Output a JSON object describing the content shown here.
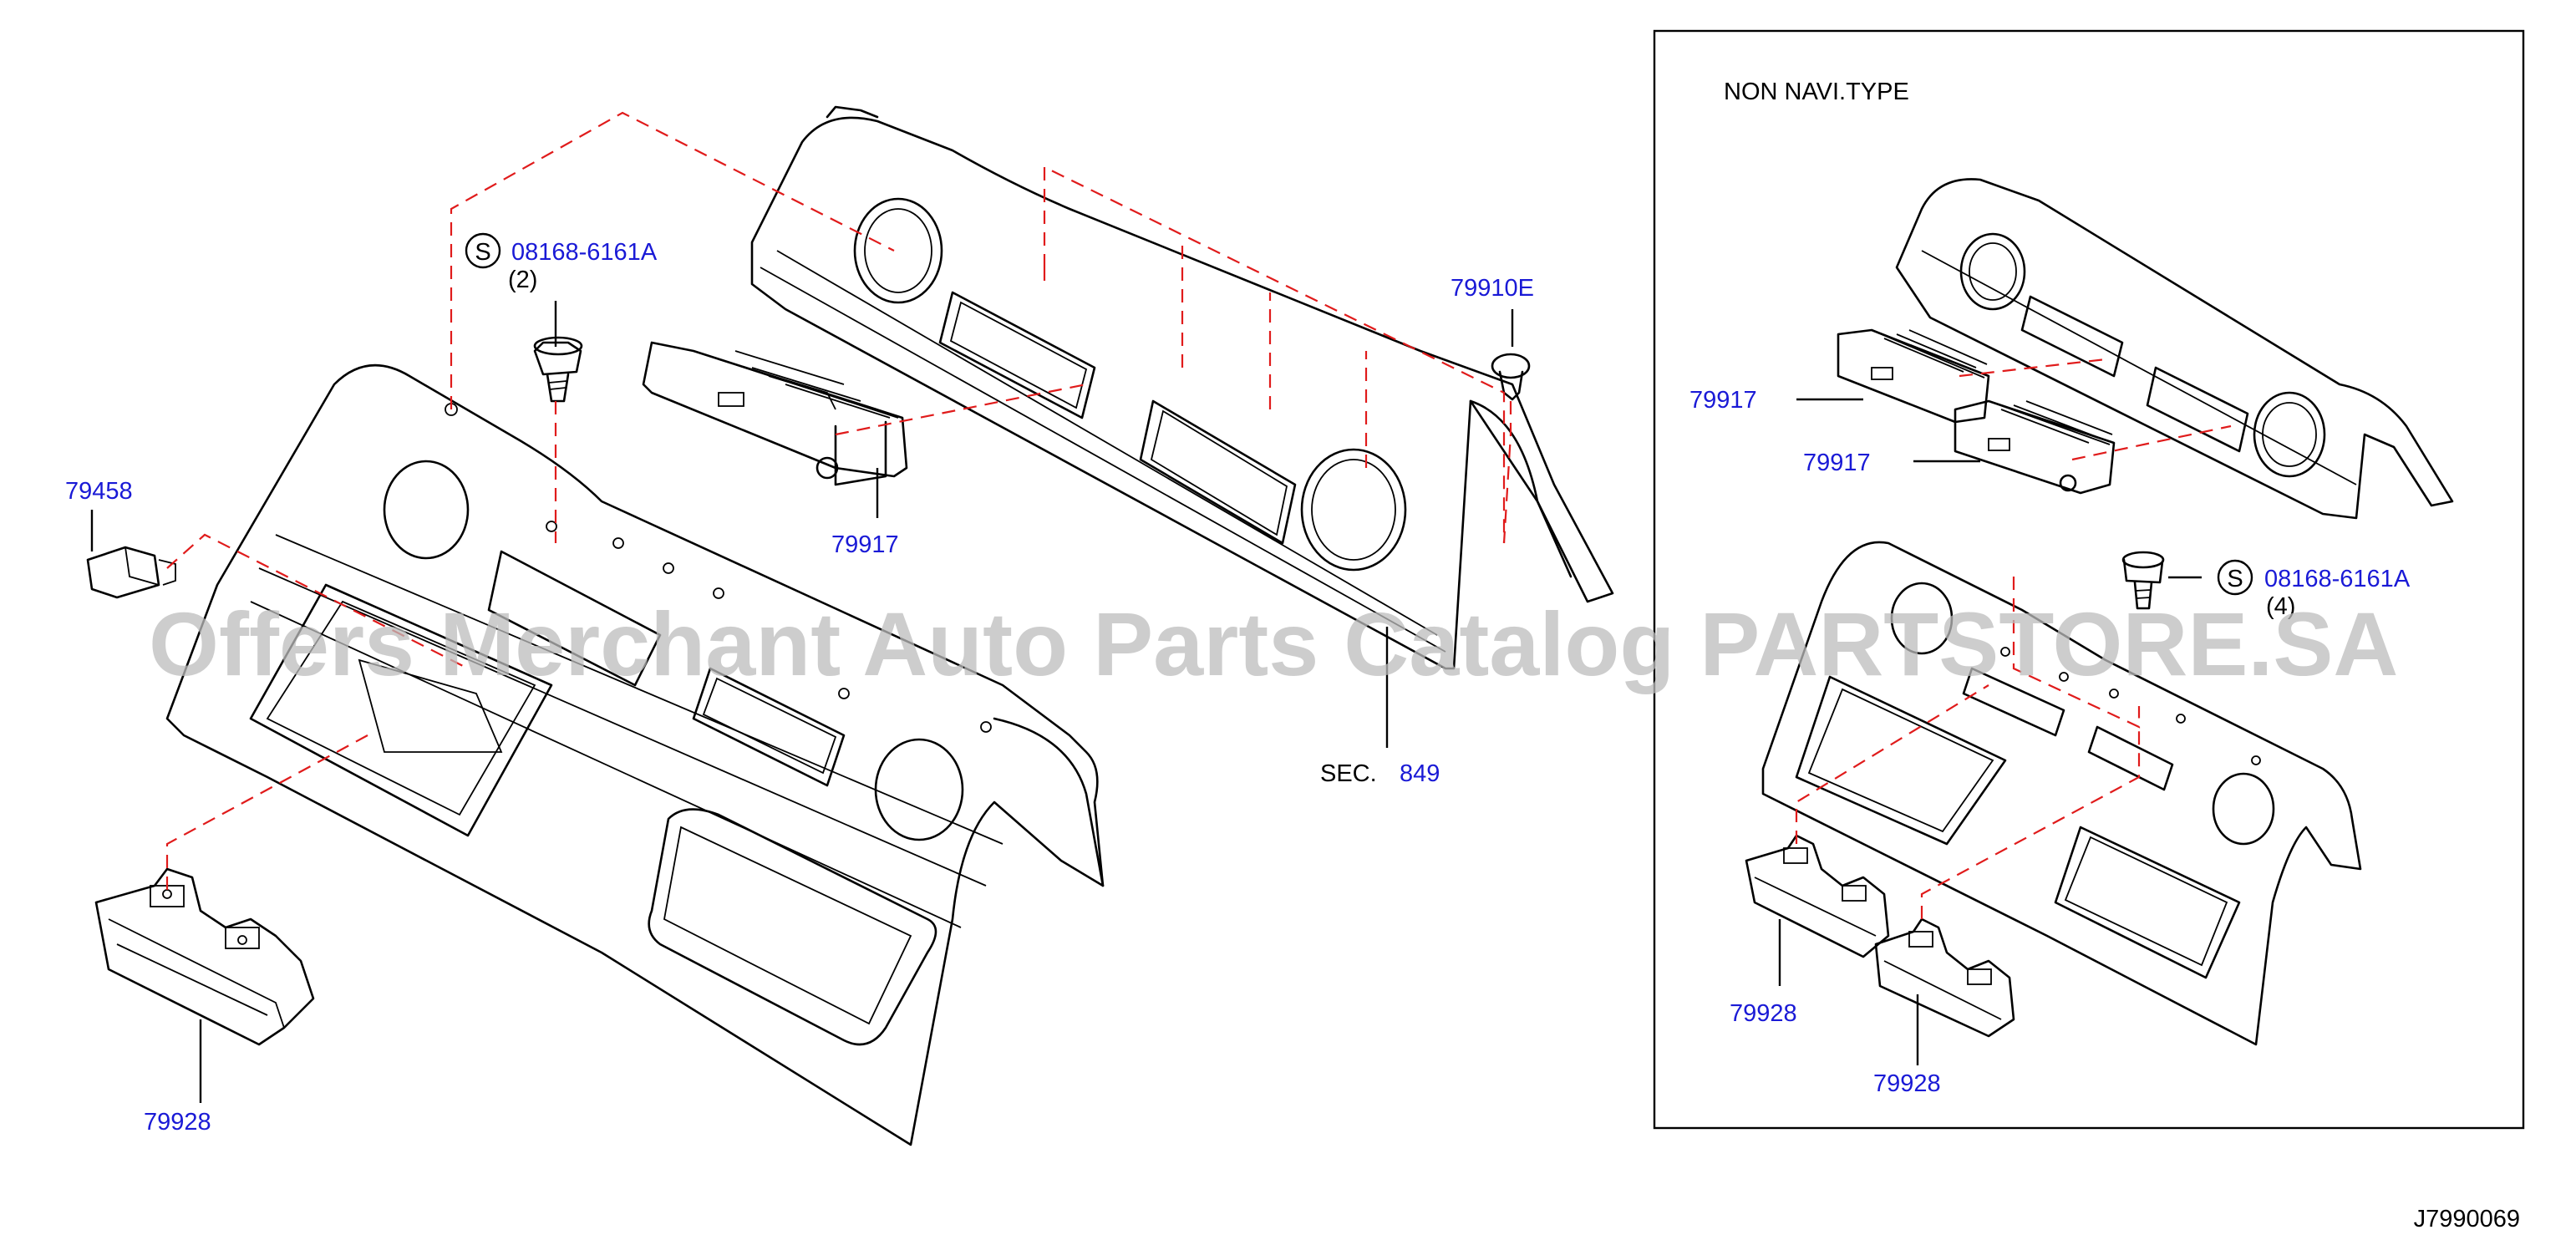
{
  "diagram": {
    "inset_title": "NON   NAVI.TYPE",
    "diagram_code": "J7990069",
    "watermark": "Offers Merchant Auto Parts Catalog PARTSTORE.SA",
    "main": {
      "screw_part": "08168-6161A",
      "screw_symbol": "S",
      "screw_qty": "(2)",
      "clip_part": "79910E",
      "bracket_part": "79458",
      "speaker_main": "79917",
      "holder_part": "79928",
      "section_prefix": "SEC.",
      "section_number": "849"
    },
    "inset": {
      "speaker_a": "79917",
      "speaker_b": "79917",
      "screw_part": "08168-6161A",
      "screw_symbol": "S",
      "screw_qty": "(4)",
      "holder_a": "79928",
      "holder_b": "79928"
    }
  }
}
